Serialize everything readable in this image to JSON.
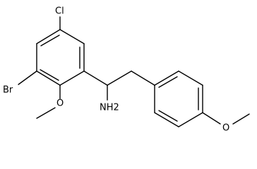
{
  "structure": {
    "atoms": {
      "chloro": "Cl",
      "bromo": "Br",
      "amine": "NH2",
      "methoxy_left_oxygen": "O",
      "methoxy_right_oxygen": "O"
    }
  }
}
